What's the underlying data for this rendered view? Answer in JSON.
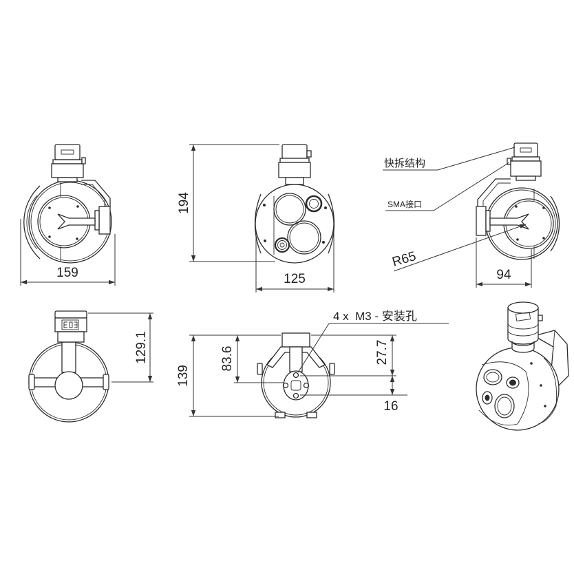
{
  "front_view": {
    "width_dim": "159"
  },
  "camera_face_view": {
    "height_dim": "194",
    "width_dim": "125"
  },
  "side_view": {
    "depth_dim": "94",
    "radius_label": "R65",
    "callouts": {
      "quick_release": "快拆结构",
      "sma": "SMA接口"
    }
  },
  "bottom_view": {
    "height_dim": "129.1"
  },
  "rear_view": {
    "height_dim": "139",
    "mount_height_dim": "83.6",
    "offset_dim": "27.7",
    "spacing_dim": "16",
    "mount_holes_label": "4 x  M3 - 安装孔"
  },
  "colors": {
    "line": "#2b2b2b",
    "background": "#ffffff"
  }
}
